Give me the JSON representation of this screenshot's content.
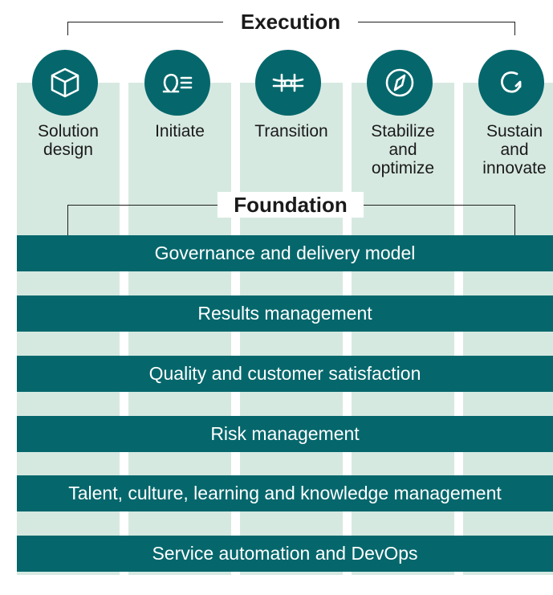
{
  "execution": {
    "title": "Execution",
    "phases": [
      {
        "lines": [
          "Solution",
          "design"
        ],
        "icon": "cube-icon"
      },
      {
        "lines": [
          "Initiate"
        ],
        "icon": "omega-list-icon"
      },
      {
        "lines": [
          "Transition"
        ],
        "icon": "bridge-icon"
      },
      {
        "lines": [
          "Stabilize",
          "and",
          "optimize"
        ],
        "icon": "compass-icon"
      },
      {
        "lines": [
          "Sustain",
          "and",
          "innovate"
        ],
        "icon": "refresh-icon"
      }
    ]
  },
  "foundation": {
    "title": "Foundation",
    "bars": [
      "Governance and delivery model",
      "Results management",
      "Quality and customer satisfaction",
      "Risk management",
      "Talent, culture, learning and knowledge management",
      "Service automation and DevOps"
    ]
  },
  "colors": {
    "teal": "#05676c",
    "light_green": "#d6e9e1",
    "ink": "#1a1a1a"
  }
}
